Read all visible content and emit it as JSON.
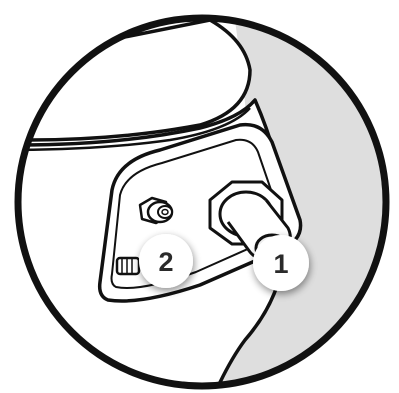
{
  "callouts": [
    {
      "label": "1",
      "part": "large-connector"
    },
    {
      "label": "2",
      "part": "small-fitting"
    }
  ],
  "colors": {
    "outline": "#111111",
    "shadow_fill": "#dedede",
    "background": "#ffffff",
    "badge_fill": "#ffffff",
    "badge_text": "#2a2a2a"
  }
}
